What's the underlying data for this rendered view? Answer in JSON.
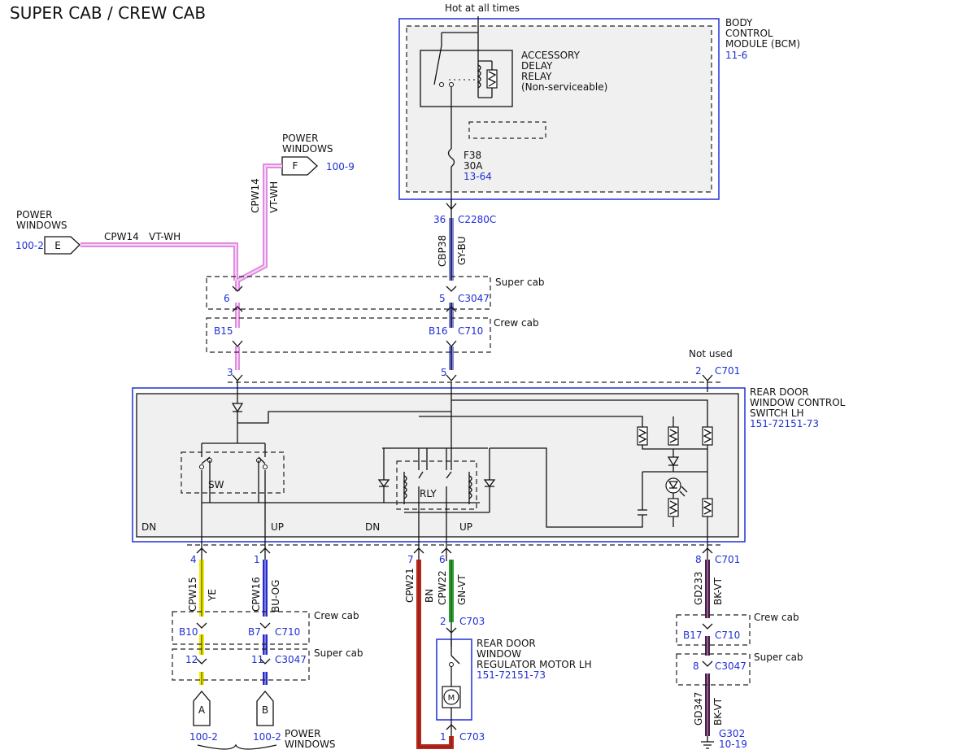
{
  "title": "SUPER CAB / CREW CAB",
  "hot": "Hot at all times",
  "bcm": {
    "l1": "BODY",
    "l2": "CONTROL",
    "l3": "MODULE (BCM)",
    "ref": "11-6"
  },
  "relay": {
    "l1": "ACCESSORY",
    "l2": "DELAY",
    "l3": "RELAY",
    "l4": "(Non-serviceable)"
  },
  "fuse": {
    "name": "F38",
    "rating": "30A",
    "ref": "13-64"
  },
  "pw": {
    "l1": "POWER",
    "l2": "WINDOWS"
  },
  "conn_f": {
    "letter": "F",
    "ref": "100-9"
  },
  "conn_e": {
    "letter": "E",
    "ref": "100-2"
  },
  "conn_a": {
    "letter": "A",
    "ref": "100-2"
  },
  "conn_b": {
    "letter": "B",
    "ref": "100-2"
  },
  "wires": {
    "cpw14": "CPW14",
    "vtwh": "VT-WH",
    "cbp38": "CBP38",
    "gybu": "GY-BU",
    "cpw15": "CPW15",
    "ye": "YE",
    "cpw16": "CPW16",
    "buog": "BU-OG",
    "cpw21": "CPW21",
    "bn": "BN",
    "cpw22": "CPW22",
    "gnvt": "GN-VT",
    "gd233": "GD233",
    "bkvt": "BK-VT",
    "gd347": "GD347",
    "bkvt2": "BK-VT"
  },
  "pins": {
    "p36": "36",
    "c2280c": "C2280C",
    "p6": "6",
    "p5a": "5",
    "c3047": "C3047",
    "b15": "B15",
    "b16": "B16",
    "c710": "C710",
    "p3": "3",
    "p5b": "5",
    "p2": "2",
    "c701": "C701",
    "p4": "4",
    "p1": "1",
    "p7": "7",
    "p6b": "6",
    "p8": "8",
    "c701b": "C701",
    "b10": "B10",
    "b7": "B7",
    "c710b": "C710",
    "p2m": "2",
    "c703": "C703",
    "b17": "B17",
    "c710c": "C710",
    "p12": "12",
    "p11": "11",
    "c3047b": "C3047",
    "p8b": "8",
    "c3047c": "C3047",
    "p1m": "1",
    "c703b": "C703",
    "g302": "G302",
    "g302ref": "10-19"
  },
  "super_cab": "Super cab",
  "crew_cab": "Crew cab",
  "not_used": "Not used",
  "switch": {
    "l1": "REAR DOOR",
    "l2": "WINDOW CONTROL",
    "l3": "SWITCH LH",
    "ref": "151-72151-73"
  },
  "motor": {
    "l1": "REAR DOOR",
    "l2": "WINDOW",
    "l3": "REGULATOR MOTOR LH",
    "ref": "151-72151-73",
    "m": "M"
  },
  "labels": {
    "sw": "SW",
    "rly": "RLY",
    "dn": "DN",
    "up": "UP",
    "dn2": "DN",
    "up2": "UP"
  },
  "colors": {
    "vtwh": "#e08ce0",
    "gybu": "#7f86c8",
    "ye": "#f2ec00",
    "buog": "#2a2acc",
    "bn": "#b8291e",
    "gnvt": "#2fa12f",
    "bkvt": "#4a1d4a",
    "blue": "#1f2fd6"
  }
}
